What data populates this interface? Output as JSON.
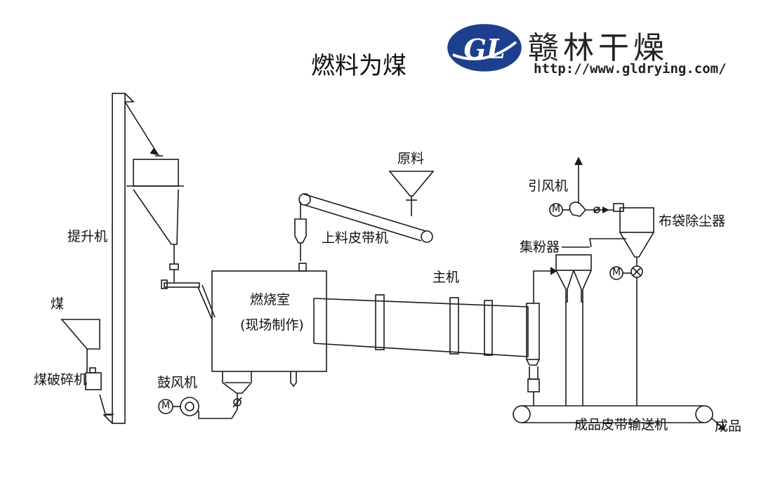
{
  "title": "燃料为煤",
  "brand": {
    "logo_letters": "GL",
    "name": "赣林干燥",
    "url": "http://www.gldrying.com/",
    "logo_color": "#1d3f8e"
  },
  "labels": {
    "elevator": "提升机",
    "coal": "煤",
    "coal_crusher": "煤破碎机",
    "blower": "鼓风机",
    "combustion_chamber": "燃烧室",
    "combustion_note": "(现场制作)",
    "raw_material": "原料",
    "feed_belt": "上料皮带机",
    "main_machine": "主机",
    "induced_fan": "引风机",
    "bag_filter": "布袋除尘器",
    "powder_collector": "集粉器",
    "product_conveyor": "成品皮带输送机",
    "product": "成品"
  },
  "symbols": {
    "motor": "M"
  }
}
